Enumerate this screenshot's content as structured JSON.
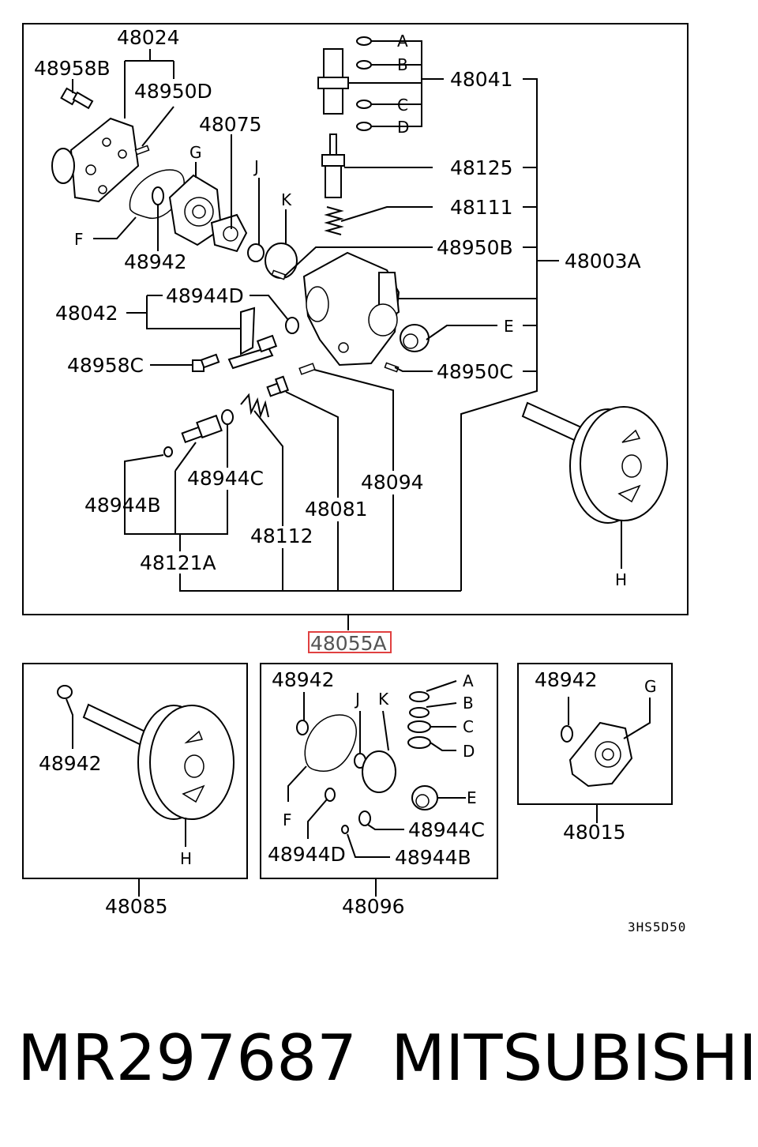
{
  "main_box": {
    "labels": {
      "p48024": "48024",
      "p48958B": "48958B",
      "p48950D": "48950D",
      "p48075": "48075",
      "G": "G",
      "J": "J",
      "K": "K",
      "F": "F",
      "p48942": "48942",
      "A": "A",
      "B": "B",
      "C": "C",
      "D": "D",
      "p48041": "48041",
      "p48125": "48125",
      "p48111": "48111",
      "p48950B": "48950B",
      "p48003A": "48003A",
      "p48944D": "48944D",
      "p48042": "48042",
      "E": "E",
      "p48958C": "48958C",
      "p48950C": "48950C",
      "p48944C": "48944C",
      "p48944B": "48944B",
      "p48094": "48094",
      "p48081": "48081",
      "p48112": "48112",
      "p48121A": "48121A",
      "H": "H"
    }
  },
  "assembly_label": "48055A",
  "box_48085": {
    "p48942": "48942",
    "H": "H",
    "ref": "48085"
  },
  "box_48096": {
    "p48942": "48942",
    "J": "J",
    "K": "K",
    "A": "A",
    "B": "B",
    "C": "C",
    "D": "D",
    "E": "E",
    "F": "F",
    "p48944C": "48944C",
    "p48944D": "48944D",
    "p48944B": "48944B",
    "ref": "48096"
  },
  "box_48015": {
    "p48942": "48942",
    "G": "G",
    "ref": "48015"
  },
  "diagram_code": "3HS5D50",
  "part_number": "MR297687",
  "brand": "MITSUBISHI",
  "colors": {
    "highlight_box": "#e04040",
    "ink": "#000000"
  }
}
